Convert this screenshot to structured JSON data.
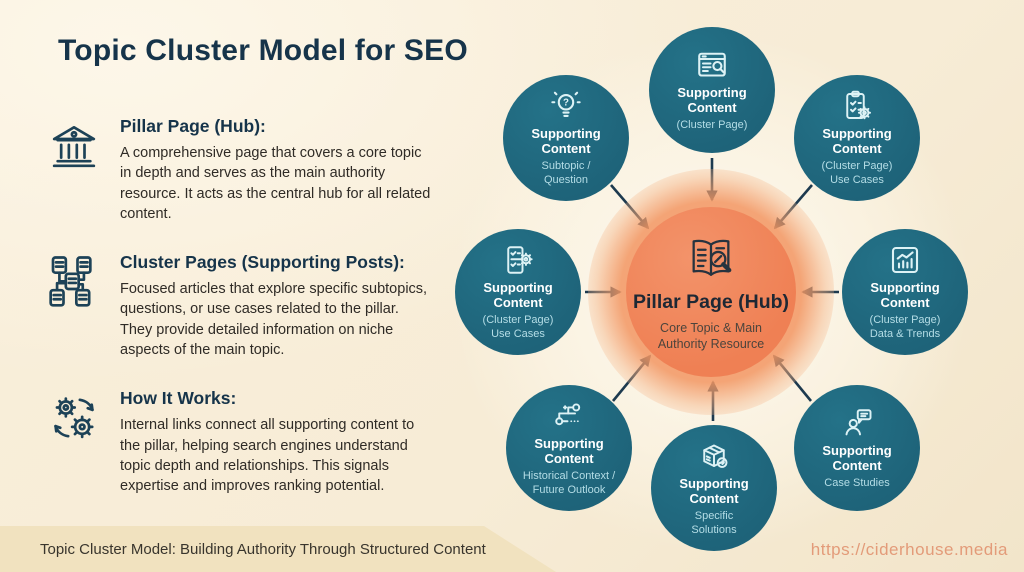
{
  "title": "Topic Cluster Model for SEO",
  "sections": [
    {
      "icon": "bank-icon",
      "heading": "Pillar Page (Hub):",
      "body": "A comprehensive page that covers a core topic in depth and serves as the main authority resource. It acts as the central hub for all related content."
    },
    {
      "icon": "cluster-docs-icon",
      "heading": "Cluster Pages (Supporting Posts):",
      "body": "Focused articles that explore specific subtopics, questions, or use cases related to the pillar. They provide detailed information on niche aspects of the main topic."
    },
    {
      "icon": "gears-sync-icon",
      "heading": "How It Works:",
      "body": "Internal links connect all supporting content to the pillar, helping search engines understand topic depth and relationships. This signals expertise and improves ranking potential."
    }
  ],
  "diagram": {
    "hub": {
      "icon": "book-search-icon",
      "title": "Pillar Page (Hub)",
      "subtitle": "Core Topic & Main Authority Resource"
    },
    "nodes": [
      {
        "id": "top-left",
        "icon": "lightbulb-question-icon",
        "label": "Supporting Content",
        "sublines": [
          "Subtopic /",
          "Question"
        ]
      },
      {
        "id": "top",
        "icon": "browser-search-icon",
        "label": "Supporting Content",
        "sublines": [
          "(Cluster Page)"
        ]
      },
      {
        "id": "top-right",
        "icon": "clipboard-gear-icon",
        "label": "Supporting Content",
        "sublines": [
          "(Cluster Page)",
          "Use Cases"
        ]
      },
      {
        "id": "left",
        "icon": "document-checklist-gear-icon",
        "label": "Supporting Content",
        "sublines": [
          "(Cluster Page)",
          "Use Cases"
        ]
      },
      {
        "id": "right",
        "icon": "chart-trends-icon",
        "label": "Supporting Content",
        "sublines": [
          "(Cluster Page)",
          "Data & Trends"
        ]
      },
      {
        "id": "bottom-left",
        "icon": "timeline-icon",
        "label": "Supporting Content",
        "sublines": [
          "Historical Context /",
          "Future Outlook"
        ]
      },
      {
        "id": "bottom",
        "icon": "package-icon",
        "label": "Supporting Content",
        "sublines": [
          "Specific",
          "Solutions"
        ]
      },
      {
        "id": "bottom-right",
        "icon": "person-chat-icon",
        "label": "Supporting Content",
        "sublines": [
          "Case Studies"
        ]
      }
    ]
  },
  "footer": {
    "caption": "Topic Cluster Model: Building Authority Through Structured Content",
    "url": "https://ciderhouse.media"
  },
  "colors": {
    "background": "#f8eed9",
    "footer_band": "#f1e2bf",
    "teal_node": "#1f6a80",
    "orange_hub": "#ef8054",
    "navy_text": "#16344a",
    "url_link": "#e39b79"
  }
}
